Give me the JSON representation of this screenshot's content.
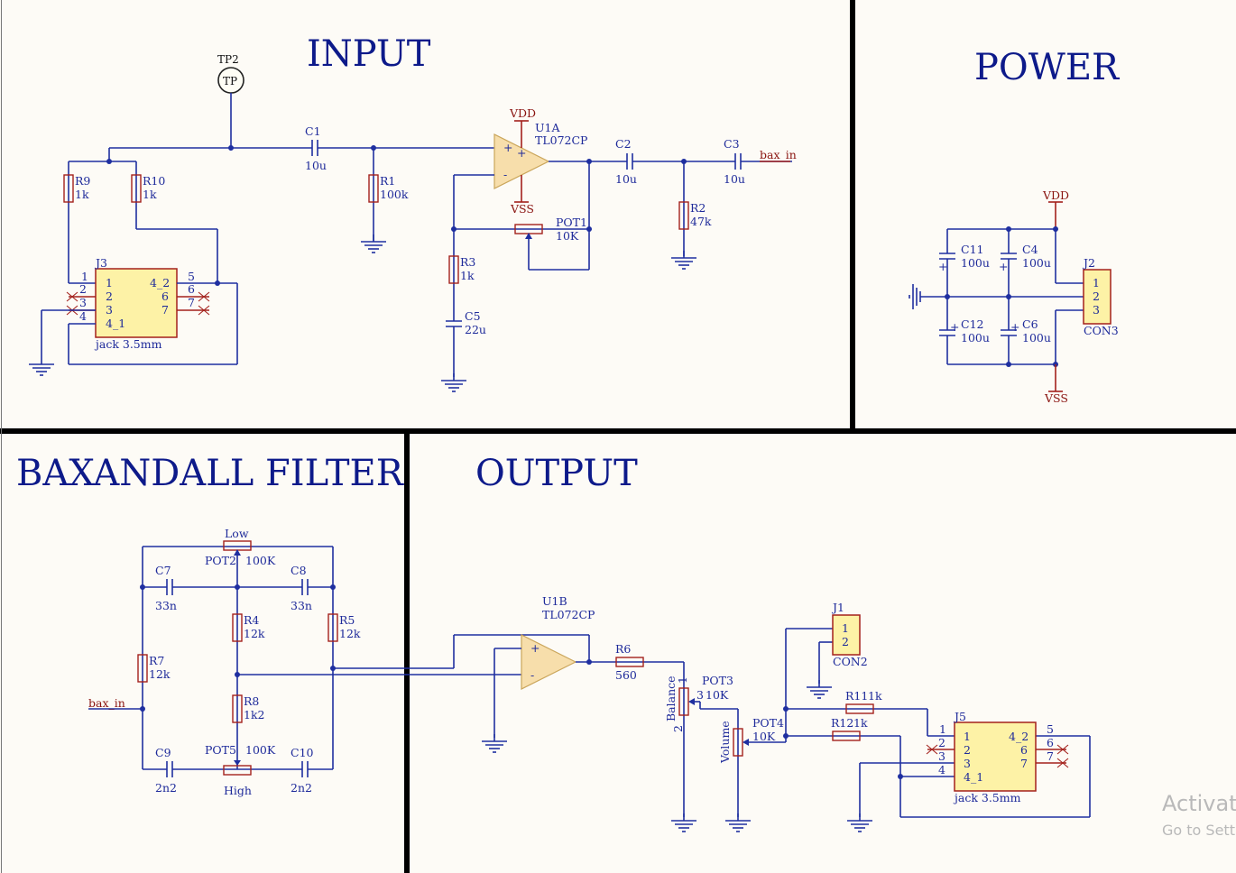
{
  "sections": {
    "input": "INPUT",
    "power": "POWER",
    "baxandall": "BAXANDALL FILTER",
    "output": "OUTPUT"
  },
  "testpoint": {
    "ref": "TP2",
    "label": "TP"
  },
  "input_parts": {
    "c1_ref": "C1",
    "c1_val": "10u",
    "r1_ref": "R1",
    "r1_val": "100k",
    "r9_ref": "R9",
    "r9_val": "1k",
    "r10_ref": "R10",
    "r10_val": "1k",
    "u1a_ref": "U1A",
    "u1a_val": "TL072CP",
    "vdd": "VDD",
    "vss": "VSS",
    "c2_ref": "C2",
    "c2_val": "10u",
    "c3_ref": "C3",
    "c3_val": "10u",
    "r2_ref": "R2",
    "r2_val": "47k",
    "net_bax_in": "bax_in",
    "pot1_ref": "POT1",
    "pot1_val": "10K",
    "r3_ref": "R3",
    "r3_val": "1k",
    "c5_ref": "C5",
    "c5_val": "22u",
    "j3_ref": "J3",
    "j3_val": "jack 3.5mm"
  },
  "jack_pins": {
    "left": [
      "1",
      "2",
      "3",
      "4"
    ],
    "inner_left": [
      "1",
      "2",
      "3",
      "4_1"
    ],
    "inner_right": [
      "4_2",
      "6",
      "7"
    ],
    "right": [
      "5",
      "6",
      "7"
    ]
  },
  "power_parts": {
    "vdd": "VDD",
    "vss": "VSS",
    "c11_ref": "C11",
    "c11_val": "100u",
    "c4_ref": "C4",
    "c4_val": "100u",
    "c12_ref": "C12",
    "c12_val": "100u",
    "c6_ref": "C6",
    "c6_val": "100u",
    "j2_ref": "J2",
    "j2_val": "CON3",
    "j2_pins": [
      "1",
      "2",
      "3"
    ],
    "plus": "+"
  },
  "baxandall_parts": {
    "low": "Low",
    "high": "High",
    "pot2_ref": "POT2",
    "pot2_val": "100K",
    "pot5_ref": "POT5",
    "pot5_val": "100K",
    "c7_ref": "C7",
    "c7_val": "33n",
    "c8_ref": "C8",
    "c8_val": "33n",
    "r4_ref": "R4",
    "r4_val": "12k",
    "r5_ref": "R5",
    "r5_val": "12k",
    "r7_ref": "R7",
    "r7_val": "12k",
    "r8_ref": "R8",
    "r8_val": "1k2",
    "c9_ref": "C9",
    "c9_val": "2n2",
    "c10_ref": "C10",
    "c10_val": "2n2",
    "net_bax_in": "bax_in"
  },
  "output_parts": {
    "u1b_ref": "U1B",
    "u1b_val": "TL072CP",
    "r6_ref": "R6",
    "r6_val": "560",
    "pot3_ref": "POT3",
    "pot3_val": "10K",
    "pot3_pin": "3",
    "balance": "Balance",
    "pin1": "1",
    "pin2": "2",
    "volume": "Volume",
    "pot4_ref": "POT4",
    "pot4_val": "10K",
    "j1_ref": "J1",
    "j1_val": "CON2",
    "j1_pins": [
      "1",
      "2"
    ],
    "r11_ref": "R11",
    "r11_val": "1k",
    "r12_ref": "R12",
    "r12_val": "1k",
    "j5_ref": "J5",
    "j5_val": "jack 3.5mm"
  },
  "overlay": {
    "line1": "Activate",
    "line2": "Go to Sett"
  },
  "colors": {
    "wire": "#1f2fa0",
    "part": "#a3211c",
    "title": "#0d1a8a",
    "ic_fill": "#fdf2a6",
    "opamp_fill": "#f7deab"
  }
}
